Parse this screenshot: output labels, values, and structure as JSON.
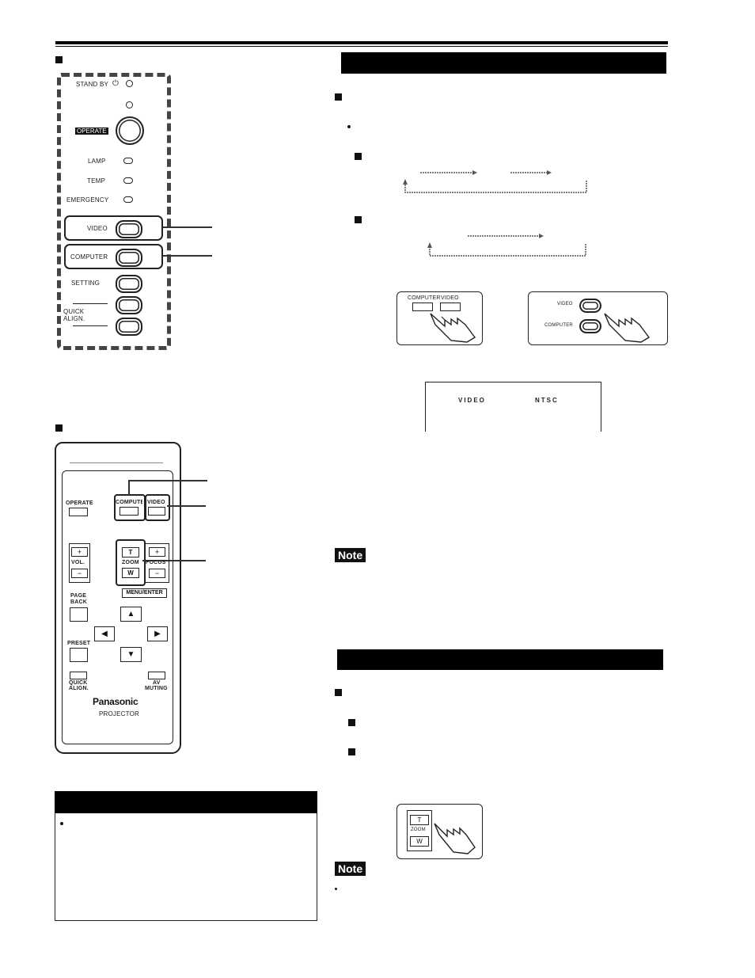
{
  "projector_panel": {
    "standby_label": "STAND BY",
    "standby_symbol": "⏻",
    "operate_label": "OPERATE",
    "lamp_label": "LAMP",
    "temp_label": "TEMP",
    "emergency_label": "EMERGENCY",
    "video_label": "VIDEO",
    "computer_label": "COMPUTER",
    "setting_label": "SETTING",
    "quick_align_label_1": "QUICK",
    "quick_align_label_2": "ALIGN."
  },
  "remote": {
    "operate_label": "OPERATE",
    "computer_label": "COMPUTER",
    "video_label": "VIDEO",
    "vol_plus": "+",
    "vol_label": "VOL.",
    "vol_minus": "−",
    "zoom_t": "T",
    "zoom_label": "ZOOM",
    "zoom_w": "W",
    "focus_plus": "+",
    "focus_label": "FOCUS",
    "focus_minus": "−",
    "menu_enter_label": "MENU/ENTER",
    "page_back_label_1": "PAGE",
    "page_back_label_2": "BACK",
    "preset_label": "PRESET",
    "quick_align_label_1": "QUICK",
    "quick_align_label_2": "ALIGN.",
    "av_muting_label_1": "AV",
    "av_muting_label_2": "MUTING",
    "brand": "Panasonic",
    "model_label": "PROJECTOR"
  },
  "illustrations": {
    "remote_closeup_computer": "COMPUTER",
    "remote_closeup_video": "VIDEO",
    "panel_closeup_video": "VIDEO",
    "panel_closeup_computer": "COMPUTER",
    "screen_input": "VIDEO",
    "screen_signal": "NTSC",
    "zoom_closeup_t": "T",
    "zoom_closeup_label": "ZOOM",
    "zoom_closeup_w": "W"
  },
  "notes": {
    "note_label_1": "Note",
    "note_label_2": "Note"
  },
  "colors": {
    "ink": "#111111",
    "bar": "#000000",
    "dotted": "#555555"
  }
}
